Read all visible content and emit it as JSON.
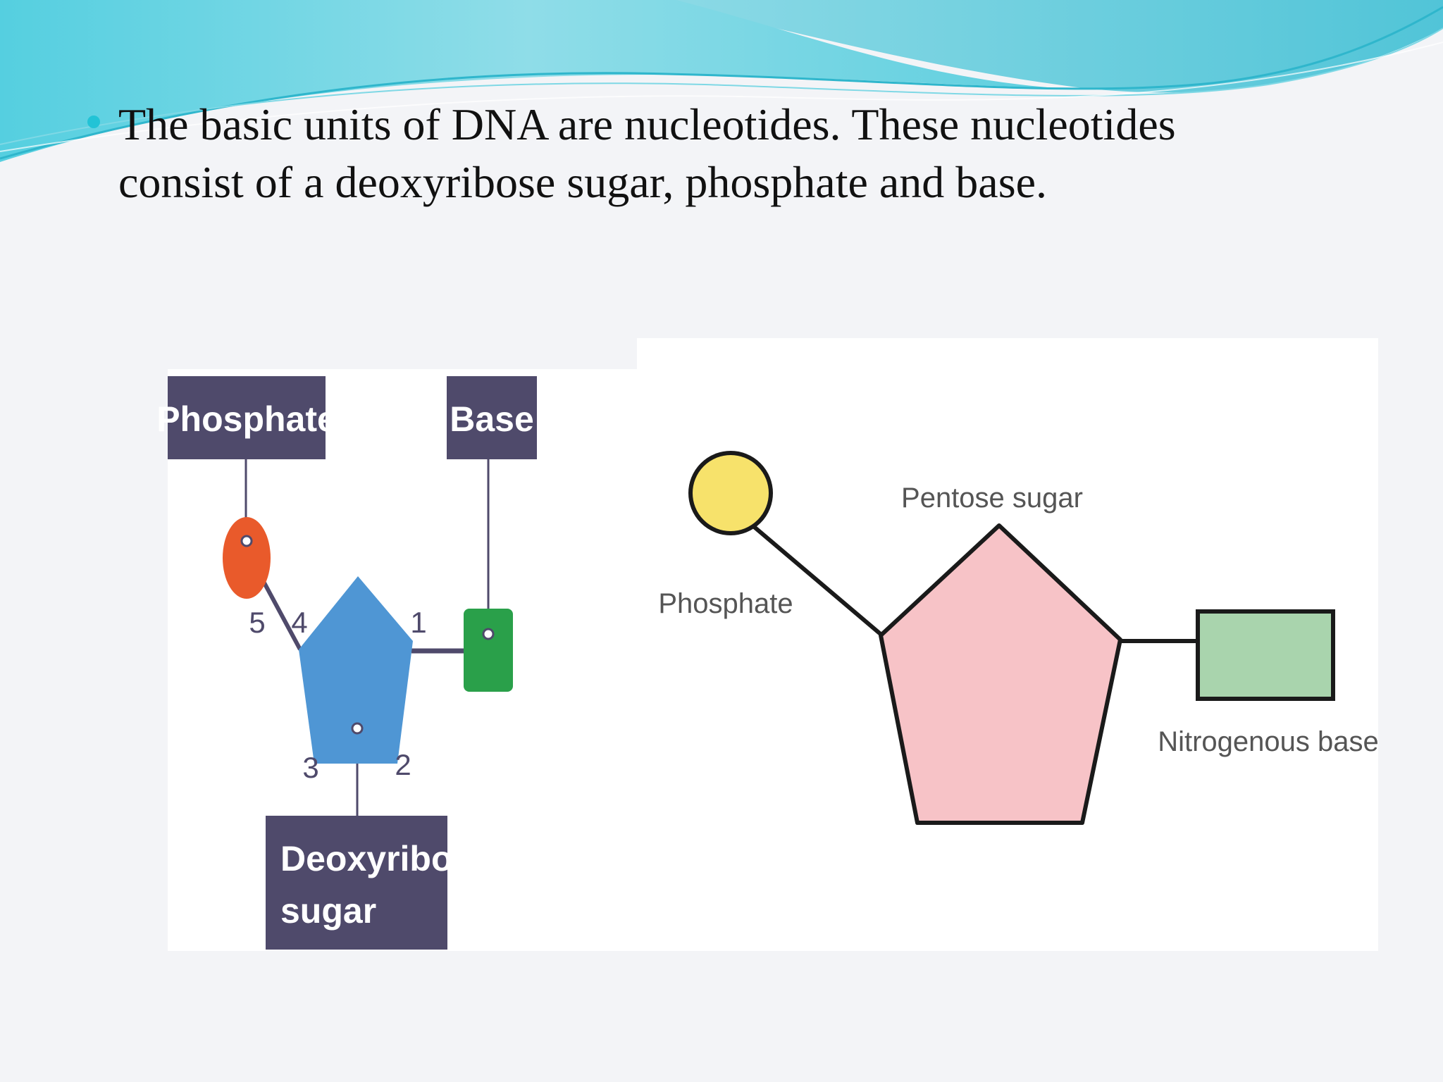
{
  "slide": {
    "bullet_text": "The basic units of DNA are nucleotides. These nucleotides consist of a deoxyribose sugar, phosphate and base."
  },
  "diagram_left": {
    "labels": {
      "phosphate": "Phosphate",
      "base": "Base",
      "sugar_line1": "Deoxyribose",
      "sugar_line2": "sugar"
    },
    "carbon_numbers": [
      "5",
      "4",
      "1",
      "3",
      "2"
    ],
    "colors": {
      "label_box": "#4f4a6b",
      "phosphate": "#e95a2b",
      "sugar": "#4f96d4",
      "base": "#2aa04a"
    }
  },
  "diagram_right": {
    "labels": {
      "phosphate": "Phosphate",
      "sugar": "Pentose sugar",
      "base": "Nitrogenous base"
    },
    "colors": {
      "phosphate": "#f7e26b",
      "sugar": "#f7c3c7",
      "base": "#a9d4ad"
    }
  },
  "theme": {
    "accent": "#22c3d6",
    "background": "#f3f4f7"
  }
}
